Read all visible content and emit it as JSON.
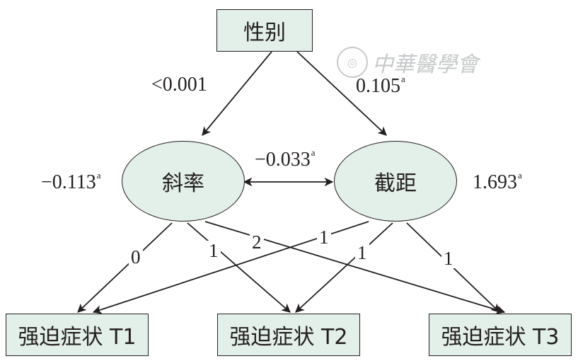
{
  "nodes": {
    "gender": "性别",
    "slope": "斜率",
    "intercept": "截距",
    "t1": "强迫症状 T1",
    "t2": "强迫症状 T2",
    "t3": "强迫症状 T3"
  },
  "path_values": {
    "gender_to_slope": "<0.001",
    "gender_to_intercept": "0.105",
    "gender_to_intercept_sup": "a",
    "slope_intercept_cov": "−0.033",
    "slope_intercept_cov_sup": "a",
    "slope_variance": "−0.113",
    "slope_variance_sup": "a",
    "intercept_variance": "1.693",
    "intercept_variance_sup": "a"
  },
  "loadings": {
    "slope_t1": "0",
    "slope_t2": "1",
    "slope_t3": "2",
    "intercept_t1": "1",
    "intercept_t2": "1",
    "intercept_t3": "1"
  },
  "watermark": {
    "logo": "◎",
    "text": "中華醫學會"
  },
  "colors": {
    "node_fill": "#e3efe9",
    "stroke": "#231f20",
    "watermark": "#c7c9ca"
  }
}
